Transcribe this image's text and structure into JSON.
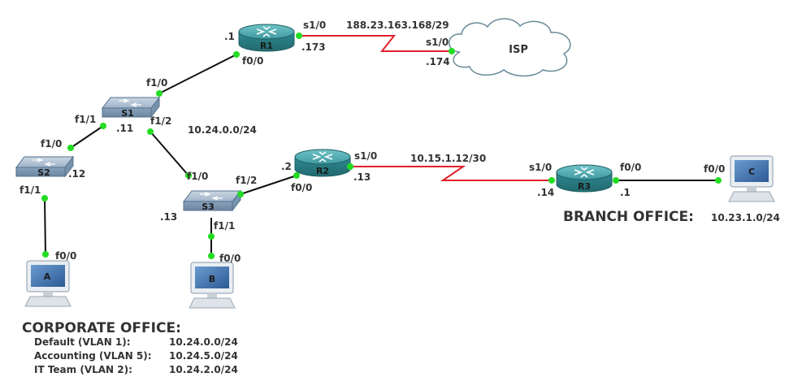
{
  "colors": {
    "ethernet_link": "#111111",
    "serial_link": "#e0212b",
    "port_dot": "#22dd22",
    "router": "#3a8e94",
    "switch": "#7f9cb8",
    "pc_screen": "#3d6ea8",
    "cloud_fill": "#ffffff",
    "cloud_stroke": "#6a8a9a"
  },
  "devices": {
    "r1": {
      "name": "R1",
      "icon": "router-icon"
    },
    "r2": {
      "name": "R2",
      "icon": "router-icon"
    },
    "r3": {
      "name": "R3",
      "icon": "router-icon"
    },
    "s1": {
      "name": "S1",
      "icon": "switch-icon"
    },
    "s2": {
      "name": "S2",
      "icon": "switch-icon"
    },
    "s3": {
      "name": "S3",
      "icon": "switch-icon"
    },
    "pc_a": {
      "name": "A",
      "icon": "computer-icon"
    },
    "pc_b": {
      "name": "B",
      "icon": "computer-icon"
    },
    "pc_c": {
      "name": "C",
      "icon": "computer-icon"
    },
    "isp": {
      "name": "ISP",
      "icon": "cloud-icon"
    }
  },
  "links": {
    "r1_isp": {
      "network": "188.23.163.168/29",
      "a_port": "s1/0",
      "a_host": ".173",
      "b_port": "s1/0",
      "b_host": ".174"
    },
    "r1_s1": {
      "r1_port": "f0/0",
      "r1_host": ".1",
      "s1_port": "f1/0"
    },
    "s1_s2": {
      "s1_port": "f1/1",
      "s1_host": ".11",
      "s2_port": "f1/0",
      "s2_host": ".12"
    },
    "s1_s3": {
      "s1_port": "f1/2",
      "s3_port": "f1/0"
    },
    "s2_a": {
      "s2_port": "f1/1",
      "a_port": "f0/0"
    },
    "s3_b": {
      "s3_port": "f1/1",
      "s3_host": ".13",
      "b_port": "f0/0"
    },
    "s3_r2": {
      "s3_port": "f1/2",
      "r2_port": "f0/0",
      "r2_host": ".2"
    },
    "r2_r3": {
      "network": "10.15.1.12/30",
      "r2_port": "s1/0",
      "r2_host": ".13",
      "r3_port": "s1/0",
      "r3_host": ".14"
    },
    "r3_c": {
      "r3_port": "f0/0",
      "r3_host": ".1",
      "c_port": "f0/0"
    }
  },
  "lan_network": "10.24.0.0/24",
  "branch_office": {
    "title": "BRANCH OFFICE:",
    "network": "10.23.1.0/24"
  },
  "corporate_office": {
    "title": "CORPORATE OFFICE:",
    "vlans": [
      {
        "label": "Default (VLAN 1):",
        "network": "10.24.0.0/24"
      },
      {
        "label": "Accounting (VLAN 5):",
        "network": "10.24.5.0/24"
      },
      {
        "label": "IT Team (VLAN 2):",
        "network": "10.24.2.0/24"
      }
    ]
  }
}
